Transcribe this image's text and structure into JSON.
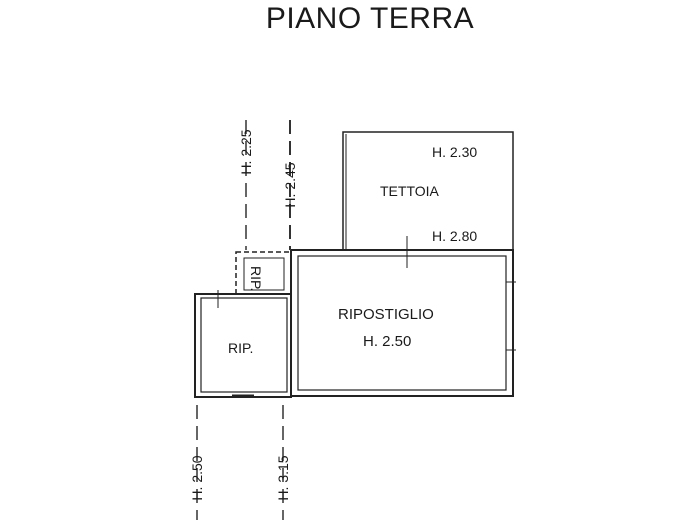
{
  "title": "PIANO TERRA",
  "rooms": {
    "tettoia": {
      "name": "TETTOIA",
      "height_top": "H. 2.30",
      "height_bottom": "H. 2.80"
    },
    "ripostiglio": {
      "name": "RIPOSTIGLIO",
      "height": "H. 2.50"
    },
    "rip_small": {
      "name": "RIP."
    },
    "rip_tiny": {
      "name": "RIP."
    }
  },
  "height_labels": {
    "top_left": "H. 2.25",
    "top_right": "H. 2.45",
    "bottom_left": "H. 2.50",
    "bottom_right": "H. 3.15"
  }
}
